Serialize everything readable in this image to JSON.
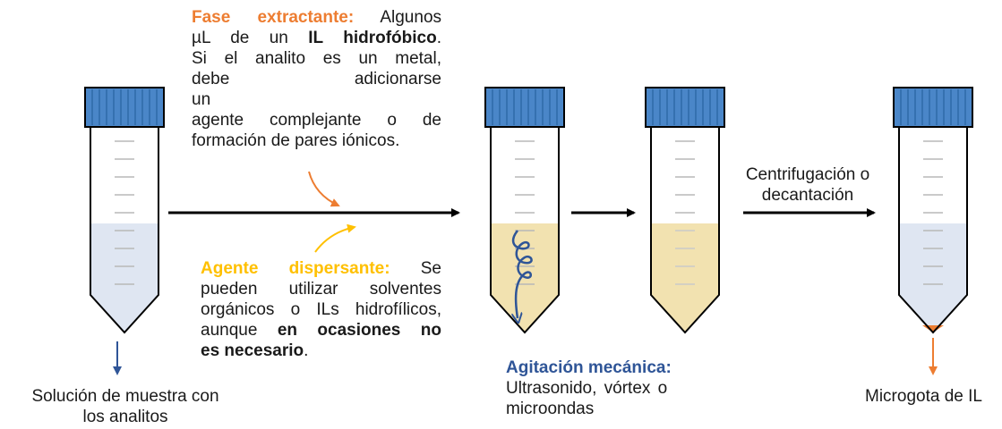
{
  "extractant": {
    "heading": "Fase extractante:",
    "l1": "Algunos",
    "l2a": "µL de un ",
    "l2b": "IL hidrofóbico",
    "l2c": ".",
    "l3": "Si el analito es un metal,",
    "l4": "debe adicionarse un",
    "l5": "agente complejante o de",
    "l6": "formación de pares iónicos."
  },
  "dispersant": {
    "heading": "Agente dispersante:",
    "l1": "Se",
    "l2": "pueden utilizar solventes",
    "l3": "orgánicos o ILs hidrofílicos,",
    "l4a": "aunque ",
    "l4b": "en ocasiones no",
    "l5a": "es necesario",
    "l5b": "."
  },
  "sample_label": {
    "l1": "Solución de muestra con",
    "l2": "los analitos"
  },
  "agitation": {
    "heading": "Agitación mecánica:",
    "l1": "Ultrasonido, vórtex o",
    "l2": "microondas"
  },
  "centrifuge": {
    "l1": "Centrifugación o",
    "l2": "decantación"
  },
  "microdrop_label": "Microgota de IL",
  "colors": {
    "cap": "#4a86c8",
    "cap_dark": "#2e6aa8",
    "sample_liquid": "#dfe6f2",
    "emulsion_liquid": "#f2e2b0",
    "microdrop": "#ed7d31",
    "orange": "#ed7d31",
    "yellow": "#ffc000",
    "blue_text": "#2f5597"
  }
}
